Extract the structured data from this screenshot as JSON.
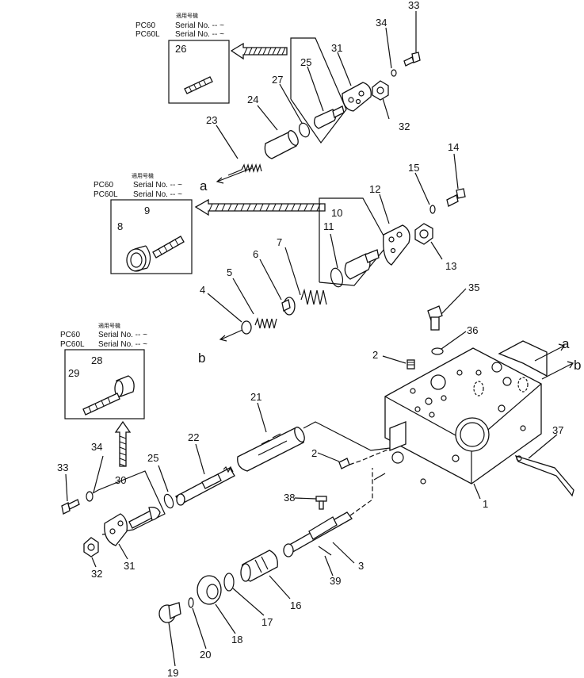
{
  "serial_boxes": [
    {
      "model1": "PC60",
      "model2": "PC60L",
      "jp_header": "適用号機",
      "serial1": "Serial No. -- ~",
      "serial2": "Serial No. -- ~"
    },
    {
      "model1": "PC60",
      "model2": "PC60L",
      "jp_header": "適用号機",
      "serial1": "Serial No. -- ~",
      "serial2": "Serial No. -- ~"
    },
    {
      "model1": "PC60",
      "model2": "PC60L",
      "jp_header": "適用号機",
      "serial1": "Serial No. -- ~",
      "serial2": "Serial No. -- ~"
    }
  ],
  "part_numbers": {
    "p1": "1",
    "p2a": "2",
    "p2b": "2",
    "p3": "3",
    "p4": "4",
    "p5": "5",
    "p6": "6",
    "p7": "7",
    "p8": "8",
    "p9": "9",
    "p10": "10",
    "p11": "11",
    "p12": "12",
    "p13": "13",
    "p14": "14",
    "p15": "15",
    "p16": "16",
    "p17": "17",
    "p18": "18",
    "p19": "19",
    "p20": "20",
    "p21": "21",
    "p22": "22",
    "p23": "23",
    "p24": "24",
    "p25a": "25",
    "p25b": "25",
    "p26": "26",
    "p27": "27",
    "p28": "28",
    "p29": "29",
    "p30": "30",
    "p31a": "31",
    "p31b": "31",
    "p32a": "32",
    "p32b": "32",
    "p33a": "33",
    "p33b": "33",
    "p34a": "34",
    "p34b": "34",
    "p35": "35",
    "p36": "36",
    "p37": "37",
    "p38": "38",
    "p39": "39"
  },
  "port_labels": {
    "a_left": "a",
    "b_left": "b",
    "a_right": "a",
    "b_right": "b"
  }
}
